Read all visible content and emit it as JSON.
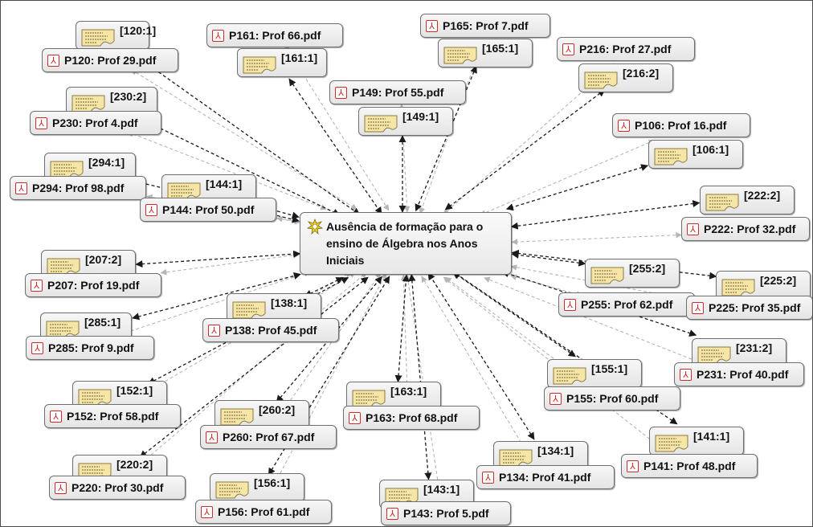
{
  "center": {
    "label": "Ausência de formação para o ensino de Álgebra nos Anos Iniciais",
    "icon": "code-icon"
  },
  "documents": [
    {
      "id": "d120",
      "label": "P120: Prof 29.pdf"
    },
    {
      "id": "d161",
      "label": "P161: Prof 66.pdf"
    },
    {
      "id": "d165",
      "label": "P165: Prof 7.pdf"
    },
    {
      "id": "d216",
      "label": "P216: Prof 27.pdf"
    },
    {
      "id": "d149",
      "label": "P149: Prof 55.pdf"
    },
    {
      "id": "d230",
      "label": "P230: Prof 4.pdf"
    },
    {
      "id": "d106",
      "label": "P106: Prof 16.pdf"
    },
    {
      "id": "d294",
      "label": "P294: Prof 98.pdf"
    },
    {
      "id": "d144",
      "label": "P144: Prof 50.pdf"
    },
    {
      "id": "d222",
      "label": "P222: Prof 32.pdf"
    },
    {
      "id": "d207",
      "label": "P207: Prof 19.pdf"
    },
    {
      "id": "d255",
      "label": "P255: Prof 62.pdf"
    },
    {
      "id": "d225",
      "label": "P225: Prof 35.pdf"
    },
    {
      "id": "d138",
      "label": "P138: Prof 45.pdf"
    },
    {
      "id": "d285",
      "label": "P285: Prof 9.pdf"
    },
    {
      "id": "d231",
      "label": "P231: Prof 40.pdf"
    },
    {
      "id": "d155",
      "label": "P155: Prof 60.pdf"
    },
    {
      "id": "d163",
      "label": "P163: Prof 68.pdf"
    },
    {
      "id": "d152",
      "label": "P152: Prof 58.pdf"
    },
    {
      "id": "d260",
      "label": "P260: Prof 67.pdf"
    },
    {
      "id": "d141",
      "label": "P141: Prof 48.pdf"
    },
    {
      "id": "d134",
      "label": "P134: Prof 41.pdf"
    },
    {
      "id": "d220",
      "label": "P220: Prof 30.pdf"
    },
    {
      "id": "d156",
      "label": "P156: Prof 61.pdf"
    },
    {
      "id": "d143",
      "label": "P143: Prof 5.pdf"
    }
  ],
  "quotations": [
    {
      "id": "q120",
      "label": "[120:1]",
      "doc": "d120"
    },
    {
      "id": "q161",
      "label": "[161:1]",
      "doc": "d161"
    },
    {
      "id": "q165",
      "label": "[165:1]",
      "doc": "d165"
    },
    {
      "id": "q216",
      "label": "[216:2]",
      "doc": "d216"
    },
    {
      "id": "q149",
      "label": "[149:1]",
      "doc": "d149"
    },
    {
      "id": "q230",
      "label": "[230:2]",
      "doc": "d230"
    },
    {
      "id": "q106",
      "label": "[106:1]",
      "doc": "d106"
    },
    {
      "id": "q294",
      "label": "[294:1]",
      "doc": "d294"
    },
    {
      "id": "q144",
      "label": "[144:1]",
      "doc": "d144"
    },
    {
      "id": "q222",
      "label": "[222:2]",
      "doc": "d222"
    },
    {
      "id": "q207",
      "label": "[207:2]",
      "doc": "d207"
    },
    {
      "id": "q255",
      "label": "[255:2]",
      "doc": "d255"
    },
    {
      "id": "q225",
      "label": "[225:2]",
      "doc": "d225"
    },
    {
      "id": "q138",
      "label": "[138:1]",
      "doc": "d138"
    },
    {
      "id": "q285",
      "label": "[285:1]",
      "doc": "d285"
    },
    {
      "id": "q231",
      "label": "[231:2]",
      "doc": "d231"
    },
    {
      "id": "q155",
      "label": "[155:1]",
      "doc": "d155"
    },
    {
      "id": "q163",
      "label": "[163:1]",
      "doc": "d163"
    },
    {
      "id": "q152",
      "label": "[152:1]",
      "doc": "d152"
    },
    {
      "id": "q260",
      "label": "[260:2]",
      "doc": "d260"
    },
    {
      "id": "q141",
      "label": "[141:1]",
      "doc": "d141"
    },
    {
      "id": "q134",
      "label": "[134:1]",
      "doc": "d134"
    },
    {
      "id": "q220",
      "label": "[220:2]",
      "doc": "d220"
    },
    {
      "id": "q156",
      "label": "[156:1]",
      "doc": "d156"
    },
    {
      "id": "q143",
      "label": "[143:1]",
      "doc": "d143"
    }
  ],
  "styles": {
    "quotation_link_color": "#1a1a1a",
    "document_link_color": "#b5b5b5",
    "pdf_icon_color": "#d12a2a",
    "note_color": "#f5e6a8"
  }
}
